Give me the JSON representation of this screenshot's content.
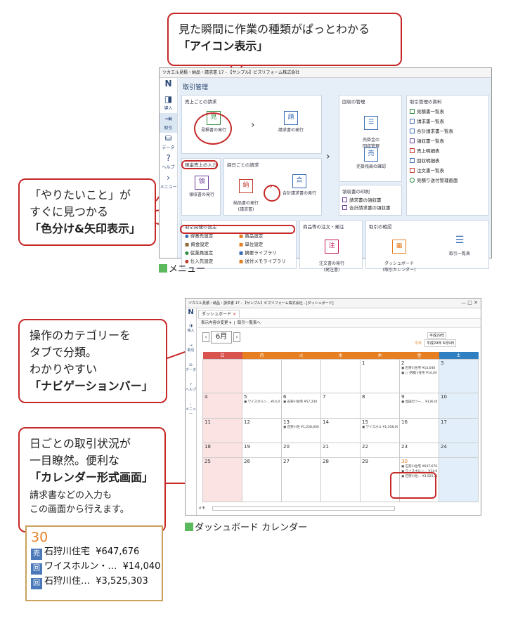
{
  "callouts": {
    "icon": {
      "line1": "見た瞬間に作業の種類がぱっとわかる",
      "line2": "「アイコン表示」"
    },
    "color": {
      "line1": "「やりたいこと」が",
      "line2": "すぐに見つかる",
      "line3": "「色分け&矢印表示」"
    },
    "nav": {
      "line1": "操作のカテゴリーを",
      "line2": "タブで分類。",
      "line3": "わかりやすい",
      "line4": "「ナビゲーションバー」"
    },
    "calendar": {
      "line1": "日ごとの取引状況が",
      "line2": "一目瞭然。便利な",
      "line3": "「カレンダー形式画面」",
      "note1": "請求書などの入力も",
      "note2": "この画面から行えます。"
    }
  },
  "menu_window": {
    "title": "ツカエル見積・納品・請求書 17 - 【サンプル】ビズリフォーム株式会社",
    "heading": "取引管理",
    "nav": [
      "導入",
      "取引",
      "データ",
      "ヘルプ",
      "メニュー"
    ],
    "sales_panel": {
      "title": "売上ごとの請求",
      "items": [
        "見積書の発行",
        "請求書の発行"
      ]
    },
    "cash_panel": {
      "title": "現金売上の入力",
      "items": [
        "領収書の発行"
      ]
    },
    "closing_panel": {
      "title": "締日ごとの請求",
      "items": [
        "納品書の発行\n(請求書)",
        "合計請求書の発行"
      ]
    },
    "collect_panel": {
      "title": "回収の管理",
      "items": [
        "売掛金の\n回収管理",
        "売掛残高の確認"
      ]
    },
    "receipt_panel": {
      "title": "領収書の印刷",
      "items": [
        "請求書の領収書",
        "合計請求書の領収書"
      ]
    },
    "docs_panel": {
      "title": "取引管理の資料",
      "items": [
        "見積書一覧表",
        "請求書一覧表",
        "合計請求書一覧表",
        "領収書一覧表",
        "売上明細表",
        "回収明細表",
        "注文書一覧表",
        "見積り送付管理画面"
      ]
    },
    "settings_panel": {
      "title": "取引関連の設定",
      "items": [
        "得意先設定",
        "商品設定",
        "資金設定",
        "単位設定",
        "従業員設定",
        "摘要ライブラリ",
        "仕入先設定",
        "送付メモライブラリ"
      ]
    },
    "order_panel": {
      "title": "商品等の注文・発注",
      "items": [
        "注文書の発行\n(発注書)"
      ]
    },
    "check_panel": {
      "title": "取引の確認",
      "items": [
        "ダッシュボード\n(取引カレンダー)",
        "取引一覧表"
      ]
    },
    "caption": "メニュー"
  },
  "calendar_window": {
    "title": "ツカエル見積・納品・請求書 17 - 【サンプル】ビズリフォーム株式会社 - [ダッシュボード]",
    "tab": "ダッシュボード",
    "toolbar": [
      "表示内容の変更",
      "取引一覧表へ"
    ],
    "month": "6月",
    "year": "平成29年",
    "today_label": "今日",
    "today": "平成29年 6月9日",
    "nav": [
      "導入",
      "取引",
      "データ",
      "ヘルプ",
      "メニュー"
    ],
    "weekdays": [
      "日",
      "月",
      "火",
      "水",
      "木",
      "金",
      "土"
    ],
    "weeks": [
      [
        {
          "d": ""
        },
        {
          "d": ""
        },
        {
          "d": ""
        },
        {
          "d": ""
        },
        {
          "d": "1"
        },
        {
          "d": "2",
          "e": [
            "石狩川住宅 ¥14,040",
            "○ 見積川住宅 ¥14,040"
          ]
        },
        {
          "d": "3"
        }
      ],
      [
        {
          "d": "4"
        },
        {
          "d": "5",
          "e": [
            "ワイスホルン… ¥14,040"
          ]
        },
        {
          "d": "6",
          "e": [
            "石狩川住宅 ¥57,240"
          ]
        },
        {
          "d": "7"
        },
        {
          "d": "8"
        },
        {
          "d": "9",
          "e": [
            "島田ガヅー… ¥136,080"
          ]
        },
        {
          "d": "10"
        }
      ],
      [
        {
          "d": "11"
        },
        {
          "d": "12"
        },
        {
          "d": "13",
          "e": [
            "石狩川住 ¥1,258,000"
          ]
        },
        {
          "d": "14"
        },
        {
          "d": "15",
          "e": [
            "ワイスホル ¥1,358,000"
          ]
        },
        {
          "d": "16"
        },
        {
          "d": "17"
        }
      ],
      [
        {
          "d": "18"
        },
        {
          "d": "19"
        },
        {
          "d": "20"
        },
        {
          "d": "21"
        },
        {
          "d": "22"
        },
        {
          "d": "23"
        },
        {
          "d": "24"
        }
      ],
      [
        {
          "d": "25"
        },
        {
          "d": "26"
        },
        {
          "d": "27"
        },
        {
          "d": "28"
        },
        {
          "d": "29"
        },
        {
          "d": "30",
          "e": [
            "石狩川住宅 ¥647,676",
            "ワイスホルン… ¥14,040",
            "石狩川住… ¥3,525,303"
          ]
        },
        {
          "d": ""
        }
      ]
    ],
    "status": "メモ",
    "caption": "ダッシュボード カレンダー"
  },
  "zoom": {
    "day": "30",
    "rows": [
      {
        "tag": "売",
        "name": "石狩川住宅",
        "amount": "¥647,676"
      },
      {
        "tag": "回",
        "name": "ワイスホルン・…",
        "amount": "¥14,040"
      },
      {
        "tag": "回",
        "name": "石狩川住…",
        "amount": "¥3,525,303"
      }
    ]
  }
}
